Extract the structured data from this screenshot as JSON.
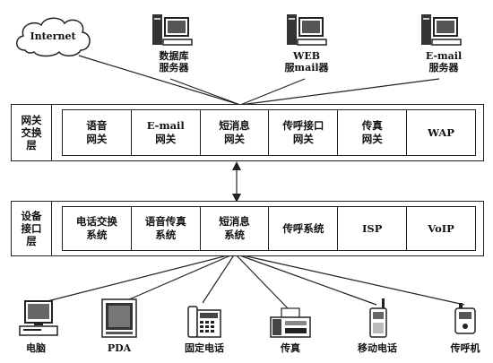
{
  "top_nodes": {
    "internet": "Internet",
    "db_server": "数据库\n服务器",
    "web_server": "WEB\n服mail器",
    "email_server": "E-mail\n服务器"
  },
  "gateway_layer": {
    "title": "网关\n交换\n层",
    "cells": [
      "语音\n网关",
      "E-mail\n网关",
      "短消息\n网关",
      "传呼接口\n网关",
      "传真\n网关",
      "WAP"
    ]
  },
  "access_layer": {
    "title": "设备\n接口\n层",
    "cells": [
      "电话交换\n系统",
      "语音传真\n系统",
      "短消息\n系统",
      "传呼系统",
      "ISP",
      "VoIP"
    ]
  },
  "devices": [
    "电脑",
    "PDA",
    "固定电话",
    "传真",
    "移动电话",
    "传呼机"
  ],
  "icons": [
    "cloud-icon",
    "server-computer-icon",
    "desktop-computer-icon",
    "pda-icon",
    "desk-phone-icon",
    "fax-machine-icon",
    "mobile-phone-icon",
    "pager-icon"
  ]
}
